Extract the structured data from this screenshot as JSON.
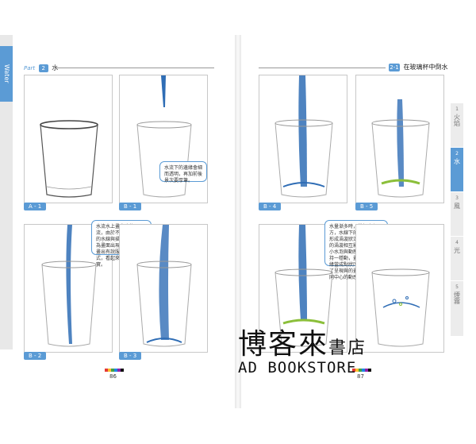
{
  "left_page": {
    "side_tab": "Water",
    "header": {
      "part": "Part",
      "badge": "2",
      "title": "水"
    },
    "page_number": "86",
    "panels": [
      {
        "id": "A-1",
        "label": "A - 1",
        "callout": ""
      },
      {
        "id": "B-1",
        "label": "B - 1",
        "callout": "水流下的邊緣會細而透明，再加前後景次要厚筆。"
      },
      {
        "id": "B-2",
        "label": "B - 2",
        "callout": "水流水上畫完底的下流，由於不由加以粗細的水線與描繪水柱在作為畫面出現動感，好人畫出有說服的力量與方式，看起來會更加的真實。"
      },
      {
        "id": "B-3",
        "label": "B - 3",
        "callout": ""
      }
    ]
  },
  "right_page": {
    "header": {
      "badge": "2-1",
      "title": "在玻璃杯中倒水"
    },
    "page_number": "87",
    "panels": [
      {
        "id": "B-4",
        "label": "B - 4",
        "callout": ""
      },
      {
        "id": "B-5",
        "label": "B - 5",
        "callout": ""
      },
      {
        "id": "B-6",
        "label": "",
        "callout": "水量漸多時，從杯底上方，水線下的與水杯底部形成渦漩狀況，在由表面的渦漩相互影響，再以此小水泡與動態，視流水保持一穩動，畫面上由水杯緣當成點狀凹水，才能為了呈現與的畫感，正會與同中心的動感。"
      },
      {
        "id": "B-7",
        "label": "",
        "callout": ""
      }
    ],
    "side_tabs": [
      {
        "num": "1",
        "label": "火焰",
        "active": false
      },
      {
        "num": "2",
        "label": "水",
        "active": true
      },
      {
        "num": "3",
        "label": "風",
        "active": false
      },
      {
        "num": "4",
        "label": "光",
        "active": false
      },
      {
        "num": "5",
        "label": "煙霧",
        "active": false
      }
    ]
  },
  "watermark": {
    "title_big": "博客來",
    "title_small": "書店",
    "subtitle": "AD BOOKSTORE"
  },
  "colors": {
    "accent": "#5b9bd5",
    "water": "#2f6db5"
  }
}
